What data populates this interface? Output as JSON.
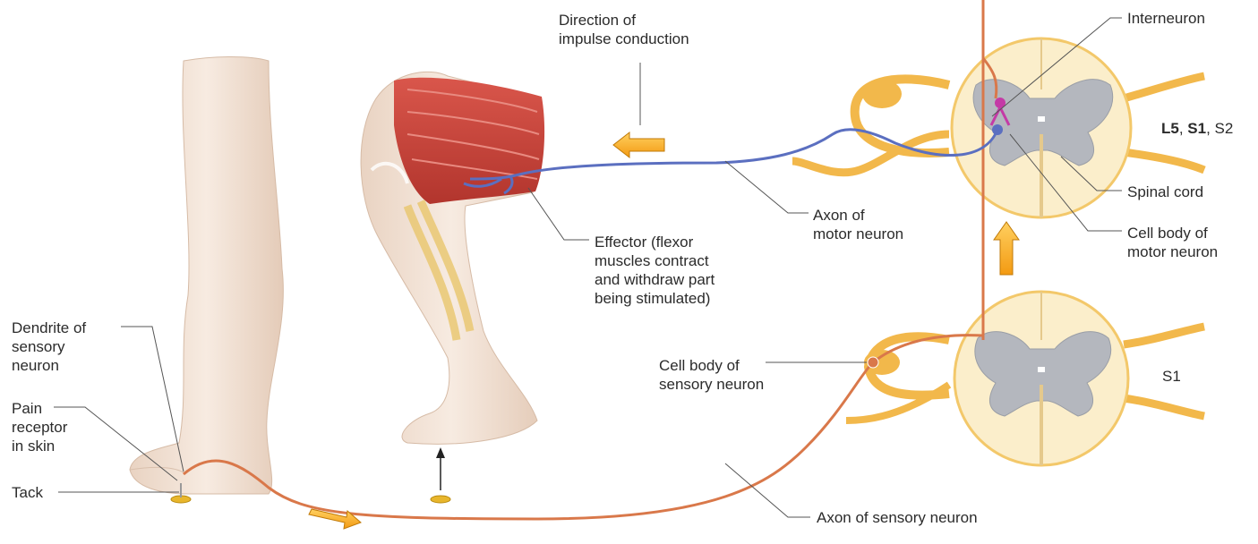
{
  "labels": {
    "direction": "Direction of\nimpulse conduction",
    "interneuron": "Interneuron",
    "level_top_l5": "L5",
    "level_top_sep1": ", ",
    "level_top_s1": "S1",
    "level_top_sep2": ", ",
    "level_top_s2": "S2",
    "spinal_cord": "Spinal cord",
    "cell_body_motor": "Cell body of\nmotor neuron",
    "axon_motor": "Axon of\nmotor neuron",
    "effector": "Effector (flexor\nmuscles contract\nand withdraw part\nbeing stimulated)",
    "dendrite": "Dendrite of\nsensory\nneuron",
    "pain_receptor": "Pain\nreceptor\nin skin",
    "tack": "Tack",
    "cell_body_sensory": "Cell body of\nsensory neuron",
    "level_bottom": "S1",
    "axon_sensory": "Axon of sensory neuron"
  },
  "colors": {
    "sensory_axon": "#d9784a",
    "motor_axon": "#5b6fc0",
    "cord_fill": "#fbeecb",
    "gray_matter": "#b4b7be",
    "nerve": "#f2b84b",
    "muscle": "#c9443a",
    "skin": "#f3e2d4",
    "arrow": "#f7a91b",
    "interneuron": "#c43aa6",
    "leader": "#555555"
  }
}
